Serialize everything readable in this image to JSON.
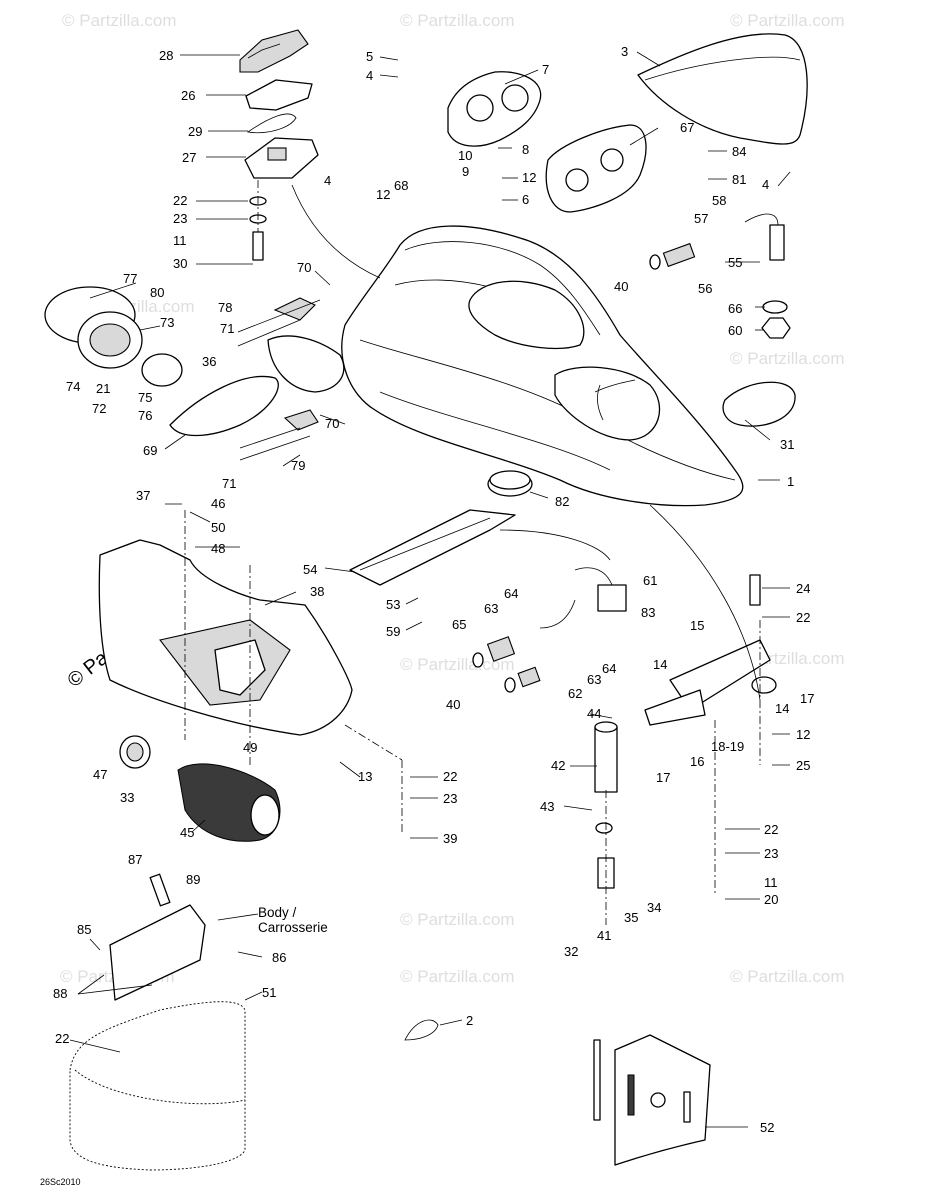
{
  "diagram": {
    "figure_code": "26Sc2010",
    "body_label_line1": "Body /",
    "body_label_line2": "Carrosserie",
    "watermark": "© Partzilla.com",
    "callouts": {
      "p1": "1",
      "p2": "2",
      "p3": "3",
      "p4a": "4",
      "p4b": "4",
      "p4c": "4",
      "p5": "5",
      "p6": "6",
      "p7": "7",
      "p8": "8",
      "p9": "9",
      "p10": "10",
      "p11a": "11",
      "p11b": "11",
      "p12a": "12",
      "p12b": "12",
      "p12c": "12",
      "p13": "13",
      "p14a": "14",
      "p14b": "14",
      "p15": "15",
      "p16": "16",
      "p17a": "17",
      "p17b": "17",
      "p1819": "18-19",
      "p20": "20",
      "p21": "21",
      "p22a": "22",
      "p22b": "22",
      "p22c": "22",
      "p22d": "22",
      "p22e": "22",
      "p23a": "23",
      "p23b": "23",
      "p23c": "23",
      "p24": "24",
      "p25": "25",
      "p26": "26",
      "p27": "27",
      "p28": "28",
      "p29": "29",
      "p30": "30",
      "p31": "31",
      "p32": "32",
      "p33": "33",
      "p34": "34",
      "p35": "35",
      "p36": "36",
      "p37": "37",
      "p38": "38",
      "p39": "39",
      "p40a": "40",
      "p40b": "40",
      "p41": "41",
      "p42": "42",
      "p43": "43",
      "p44": "44",
      "p45": "45",
      "p46": "46",
      "p47": "47",
      "p48": "48",
      "p49": "49",
      "p50": "50",
      "p51": "51",
      "p52": "52",
      "p53": "53",
      "p54": "54",
      "p55": "55",
      "p56": "56",
      "p57": "57",
      "p58": "58",
      "p59": "59",
      "p60": "60",
      "p61": "61",
      "p62": "62",
      "p63a": "63",
      "p63b": "63",
      "p64a": "64",
      "p64b": "64",
      "p65": "65",
      "p66": "66",
      "p67": "67",
      "p68": "68",
      "p69": "69",
      "p70a": "70",
      "p70b": "70",
      "p71a": "71",
      "p71b": "71",
      "p72": "72",
      "p73": "73",
      "p74": "74",
      "p75": "75",
      "p76": "76",
      "p77": "77",
      "p78": "78",
      "p79": "79",
      "p80": "80",
      "p81": "81",
      "p82": "82",
      "p83": "83",
      "p84": "84",
      "p85": "85",
      "p86": "86",
      "p87": "87",
      "p88": "88",
      "p89": "89"
    }
  }
}
